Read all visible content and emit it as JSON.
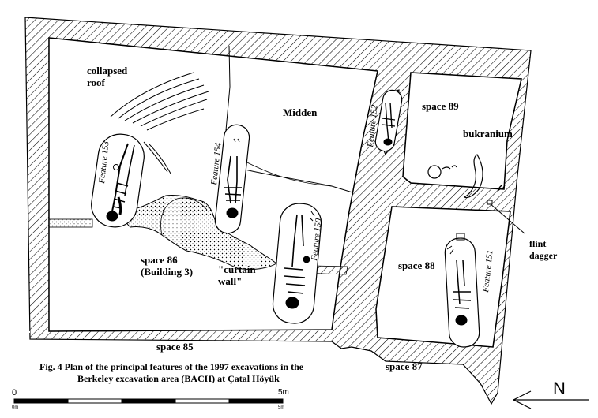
{
  "labels": {
    "collapsed_roof": "collapsed\nroof",
    "midden": "Midden",
    "space_89": "space 89",
    "bukranium": "bukranium",
    "flint_dagger": "flint\ndagger",
    "space_86": "space 86\n(Building 3)",
    "curtain_wall": "\"curtain\nwall\"",
    "space_88": "space 88",
    "space_85": "space 85",
    "space_87": "space 87"
  },
  "features": {
    "f153": "Feature 153",
    "f154": "Feature 154",
    "f150": "Feature 150",
    "f152": "Feature 152",
    "f151": "Feature 151"
  },
  "caption": {
    "line1": "Fig. 4   Plan of the principal features of the 1997 excavations in the",
    "line2": "Berkeley excavation area (BACH) at Çatal Höyük"
  },
  "scale": {
    "left_label": "0",
    "right_label": "5m",
    "sub_left": "0m",
    "sub_right": "5m"
  },
  "north": {
    "label": "N"
  }
}
